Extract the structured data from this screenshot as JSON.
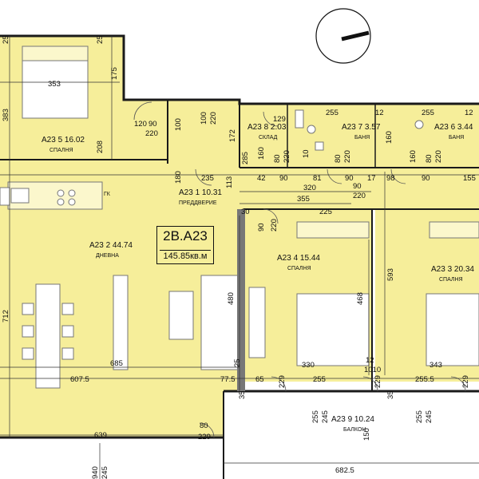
{
  "apartment": {
    "code": "2B.A23",
    "area": "145.85кв.м"
  },
  "rooms": {
    "r5": {
      "label": "A23 5 16.02",
      "name": "СПАЛНЯ"
    },
    "r8": {
      "label": "A23 8 2.03",
      "name": "СКЛАД"
    },
    "r7": {
      "label": "A23 7 3.57",
      "name": "БАНЯ"
    },
    "r6": {
      "label": "A23 6 3.44",
      "name": "БАНЯ"
    },
    "r1": {
      "label": "A23 1 10.31",
      "name": "ПРЕДДВЕРИЕ"
    },
    "r2": {
      "label": "A23 2 44.74",
      "name": "ДНЕВНА"
    },
    "r4": {
      "label": "A23 4 15.44",
      "name": "СПАЛНЯ"
    },
    "r3": {
      "label": "A23 3 20.34",
      "name": "СПАЛНЯ"
    },
    "r9": {
      "label": "A23 9 10.24",
      "name": "БАЛКОН"
    }
  },
  "kitchen_mark": "ГК",
  "dimensions": {
    "d353": "353",
    "d175": "175",
    "d25a": "25",
    "d25b": "25",
    "d383": "383",
    "d208": "208",
    "d120": "120",
    "d90a": "90",
    "d220a": "220",
    "d100a": "100",
    "d100b": "100",
    "d220b": "220",
    "d172": "172",
    "d129": "129",
    "d255a": "255",
    "d12a": "12",
    "d255b": "255",
    "d12b": "12",
    "d160a": "160",
    "d285": "285",
    "d10": "10",
    "d80a": "80",
    "d220c": "220",
    "d80b": "80",
    "d220d": "220",
    "d160b": "160",
    "d80c": "80",
    "d220e": "220",
    "d160c": "160",
    "d180": "180",
    "d235": "235",
    "d113": "113",
    "d42": "42",
    "d90b": "90",
    "d81": "81",
    "d90c": "90",
    "d17": "17",
    "d98": "98",
    "d90d": "90",
    "d155": "155",
    "d320": "320",
    "d90e": "90",
    "d220f": "220",
    "d355": "355",
    "d30": "30",
    "d225": "225",
    "d90f": "90",
    "d220g": "220",
    "d480": "480",
    "d468": "468",
    "d593": "593",
    "d712": "712",
    "d685": "685",
    "d607": "607.5",
    "d25c": "25",
    "d77": "77.5",
    "d65": "65",
    "d330": "330",
    "d255c": "255",
    "d1010": "1010",
    "d343": "343",
    "d2555": "255.5",
    "d12c": "12",
    "d229a": "229",
    "d229b": "229",
    "d229c": "229",
    "d35a": "35",
    "d35b": "35",
    "d255d": "255",
    "d245a": "245",
    "d255e": "255",
    "d245b": "245",
    "d150": "150",
    "d639": "639",
    "d80d": "80",
    "d229d": "229",
    "d6825": "682.5",
    "d940": "940",
    "d245c": "245"
  },
  "colors": {
    "room_fill": "#f6ee9a",
    "wall": "#1a1a1a",
    "column": "#777777",
    "background": "#ffffff"
  }
}
